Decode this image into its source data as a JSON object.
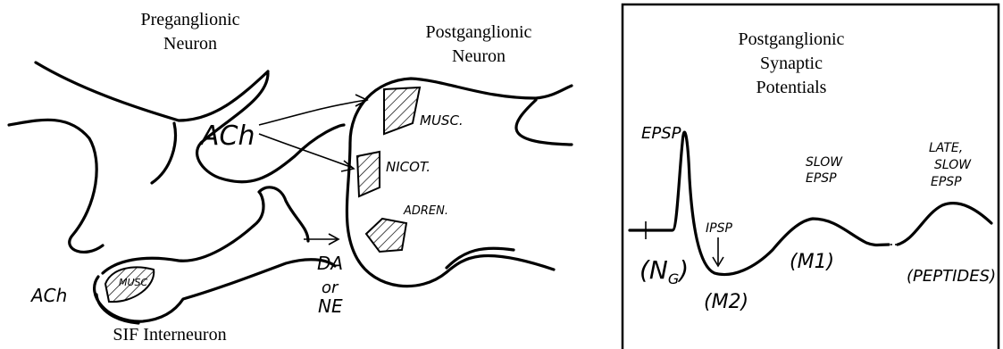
{
  "left_panel": {
    "preganglionic_label": [
      "Preganglionic",
      "Neuron"
    ],
    "postganglionic_label": [
      "Postganglionic",
      "Neuron"
    ],
    "sif_label": "SIF Interneuron",
    "ach_main": "ACh",
    "ach_small": "ACh",
    "receptor_muscarinic": "MUSC.",
    "receptor_nicotinic": "NICOT.",
    "receptor_adrenergic": "ADREN.",
    "sif_receptor": "MUSC",
    "transmitter": [
      "DA",
      "or",
      "NE"
    ]
  },
  "right_panel": {
    "title": [
      "Postganglionic",
      "Synaptic",
      "Potentials"
    ],
    "epsp_label": "EPSP",
    "ipsp_label": "IPSP",
    "slow_epsp_label": [
      "SLOW",
      "EPSP"
    ],
    "late_slow_epsp_label": [
      "LATE,",
      "SLOW",
      "EPSP"
    ],
    "receptor_ng": "(N",
    "receptor_ng_sub": "G",
    "receptor_ng_close": ")",
    "receptor_m2": "(M2)",
    "receptor_m1": "(M1)",
    "receptor_peptides": "(PEPTIDES)"
  }
}
